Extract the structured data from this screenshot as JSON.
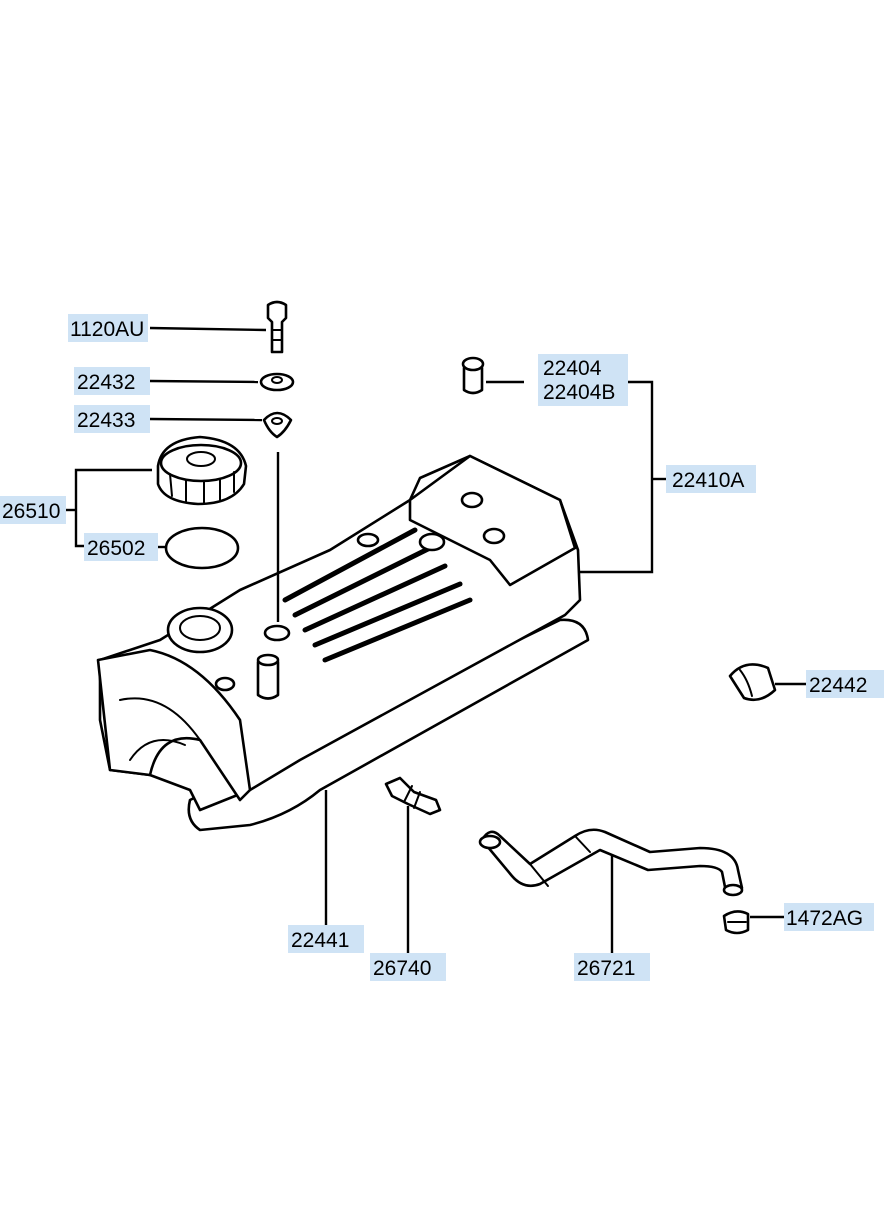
{
  "labels": {
    "bolt": "1120AU",
    "washer": "22432",
    "seal_washer": "22433",
    "cap_assy": "26510",
    "cap_gasket": "26502",
    "grommet_a": "22404",
    "grommet_b": "22404B",
    "cover_assy": "22410A",
    "plug": "22442",
    "cover_gasket": "22441",
    "pcv_valve": "26740",
    "breather_hose": "26721",
    "clamp": "1472AG"
  }
}
